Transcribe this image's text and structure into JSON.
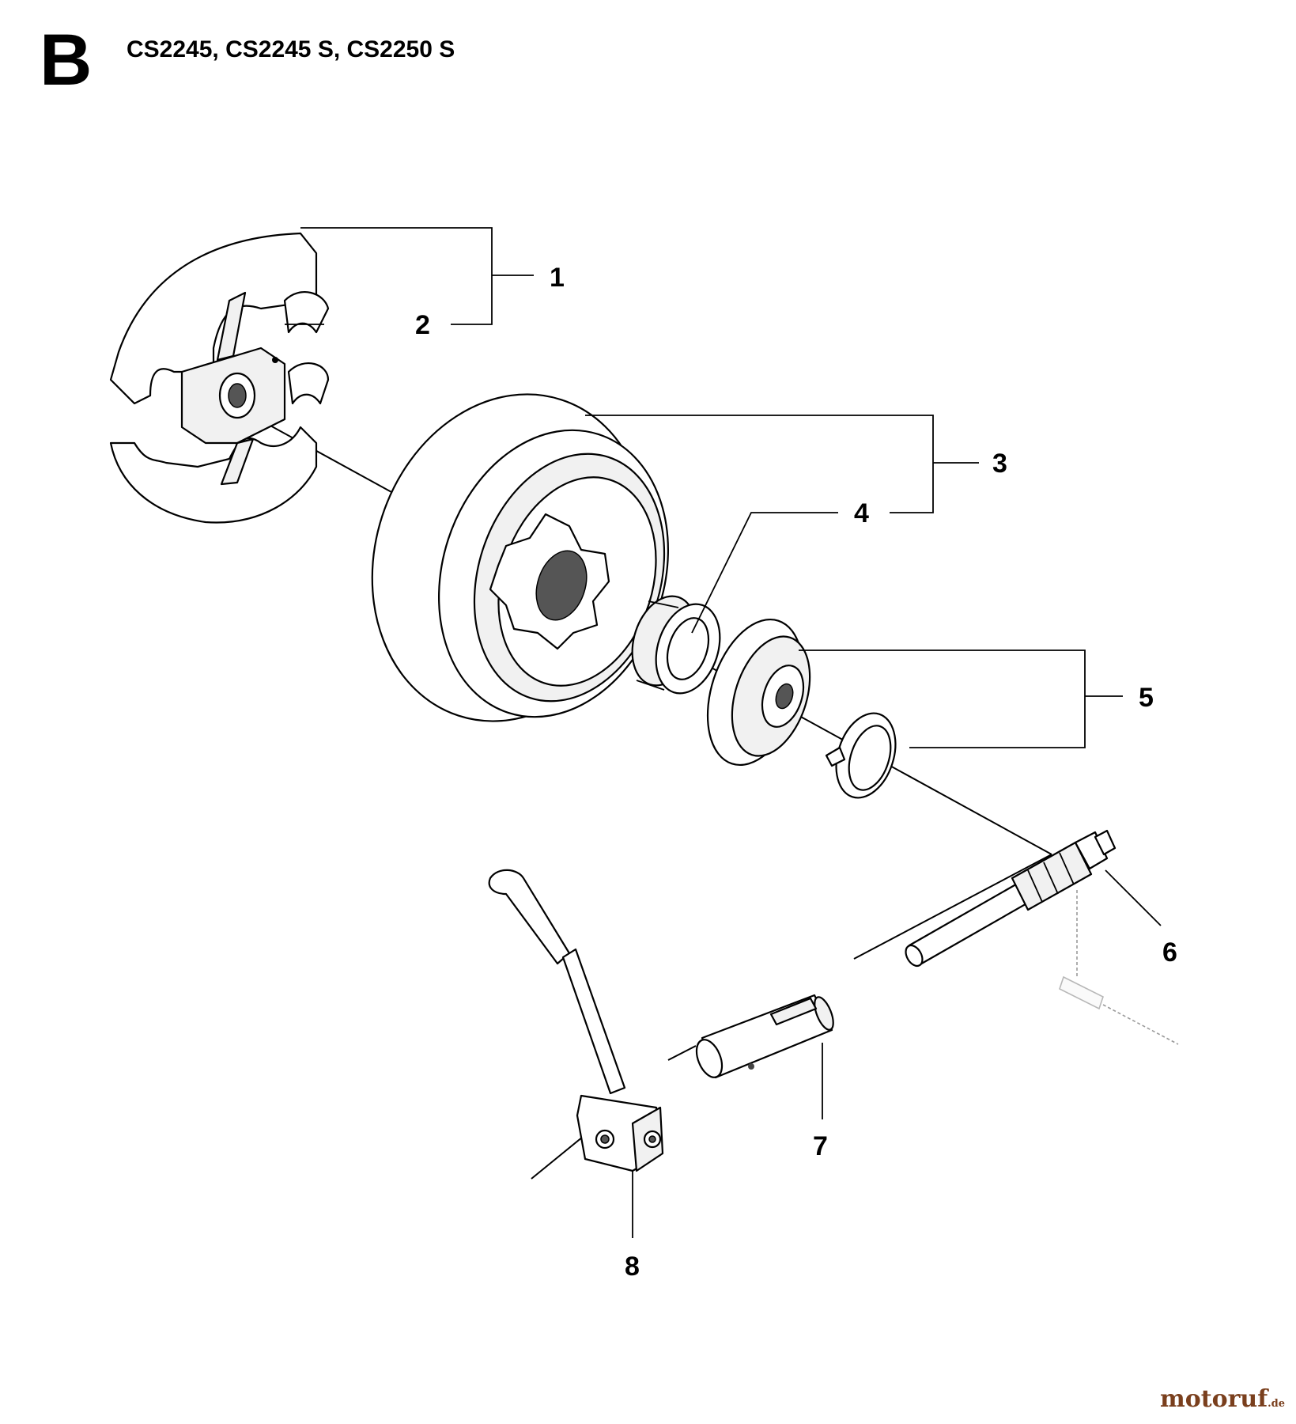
{
  "header": {
    "section_letter": "B",
    "models": "CS2245, CS2245 S, CS2250 S"
  },
  "callouts": [
    {
      "id": "1",
      "label": "1"
    },
    {
      "id": "2",
      "label": "2"
    },
    {
      "id": "3",
      "label": "3"
    },
    {
      "id": "4",
      "label": "4"
    },
    {
      "id": "5",
      "label": "5"
    },
    {
      "id": "6",
      "label": "6"
    },
    {
      "id": "7",
      "label": "7"
    },
    {
      "id": "8",
      "label": "8"
    }
  ],
  "watermark": {
    "brand": "motoruf",
    "tld": ".de"
  }
}
